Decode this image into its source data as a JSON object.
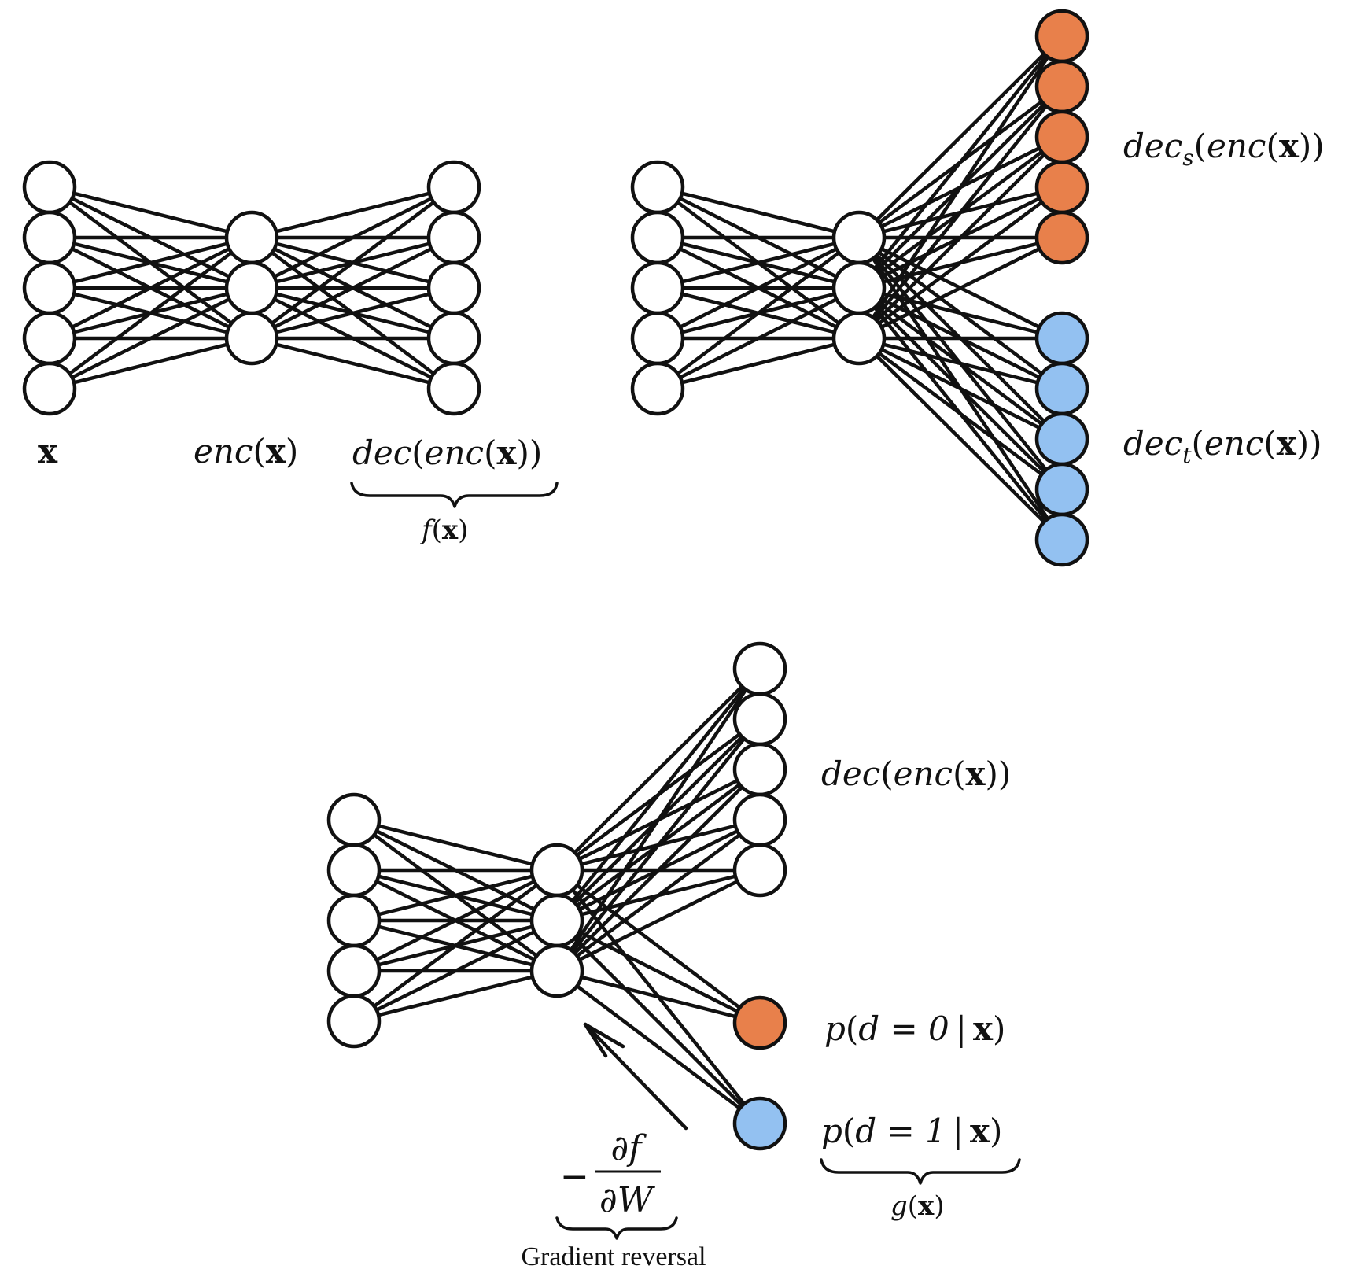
{
  "colors": {
    "node_default": "#ffffff",
    "node_source": "#e8804b",
    "node_target": "#93c1f1",
    "stroke": "#111111"
  },
  "autoencoder": {
    "input_label": {
      "var": "x"
    },
    "encoder_label": {
      "fn": "enc",
      "var": "x"
    },
    "output_label": {
      "outer": "dec",
      "inner": "enc",
      "var": "x"
    },
    "brace_label": {
      "fn": "f",
      "var": "x"
    }
  },
  "dual_decoder": {
    "source_output_label": {
      "fn": "dec",
      "sub": "s",
      "inner": "enc",
      "var": "x"
    },
    "target_output_label": {
      "fn": "dec",
      "sub": "t",
      "inner": "enc",
      "var": "x"
    }
  },
  "adversarial": {
    "decoder_label": {
      "outer": "dec",
      "inner": "enc",
      "var": "x"
    },
    "domain0_label": {
      "fn": "p",
      "event": "d = 0",
      "bar": "|",
      "var": "x"
    },
    "domain1_label": {
      "fn": "p",
      "event": "d = 1",
      "bar": "|",
      "var": "x"
    },
    "domain_brace_label": {
      "fn": "g",
      "var": "x"
    },
    "gradient": {
      "sign": "−",
      "numerator": "∂f",
      "denominator": "∂W"
    },
    "gradient_caption": "Gradient reversal"
  }
}
